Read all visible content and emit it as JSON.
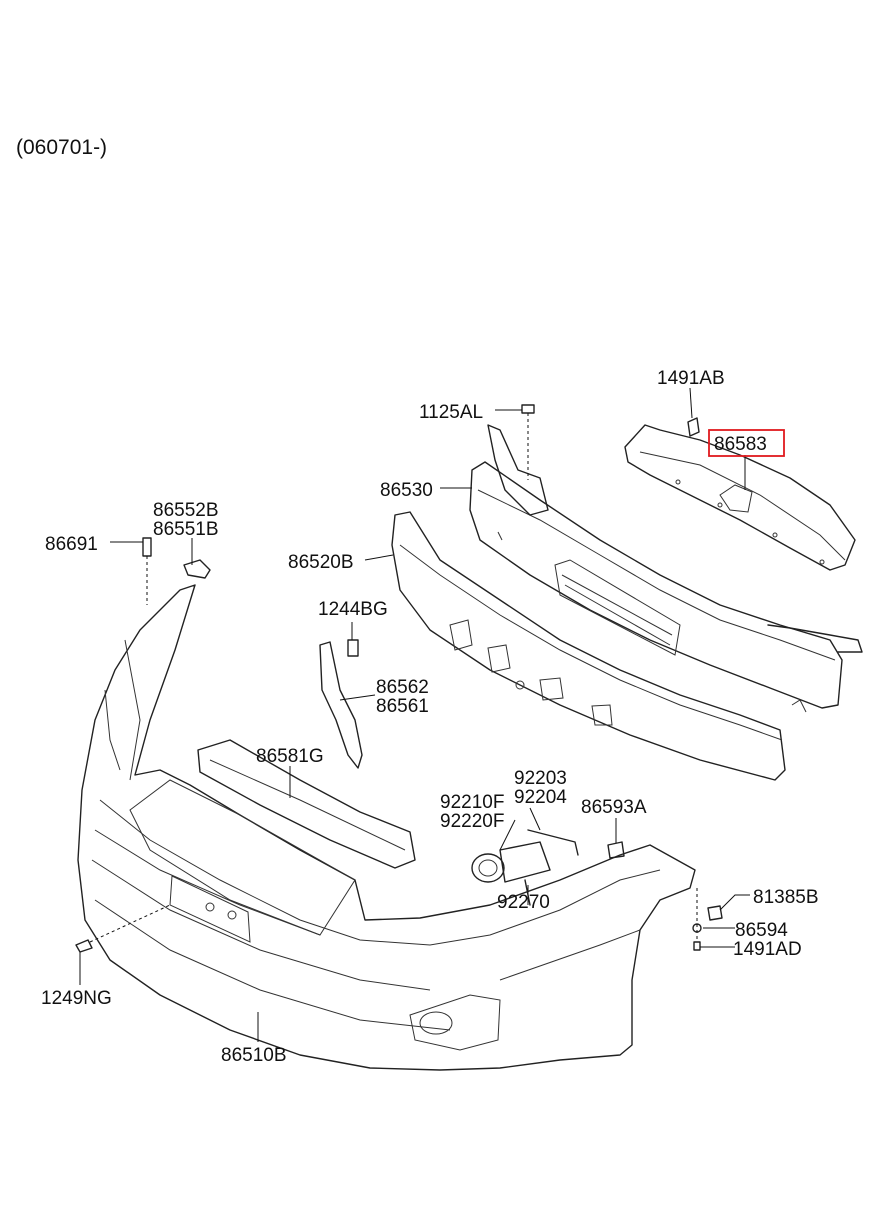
{
  "date_code": "(060701-)",
  "highlight_color": "#e0191e",
  "labels": {
    "p1491AB": "1491AB",
    "p1125AL": "1125AL",
    "p86583": "86583",
    "p86530": "86530",
    "p86552B": "86552B",
    "p86551B": "86551B",
    "p86691": "86691",
    "p86520B": "86520B",
    "p1244BG": "1244BG",
    "p86562": "86562",
    "p86561": "86561",
    "p86581G": "86581G",
    "p92203": "92203",
    "p92204": "92204",
    "p92210F": "92210F",
    "p92220F": "92220F",
    "p86593A": "86593A",
    "p92270": "92270",
    "p81385B": "81385B",
    "p86594": "86594",
    "p1491AD": "1491AD",
    "p1249NG": "1249NG",
    "p86510B": "86510B"
  }
}
